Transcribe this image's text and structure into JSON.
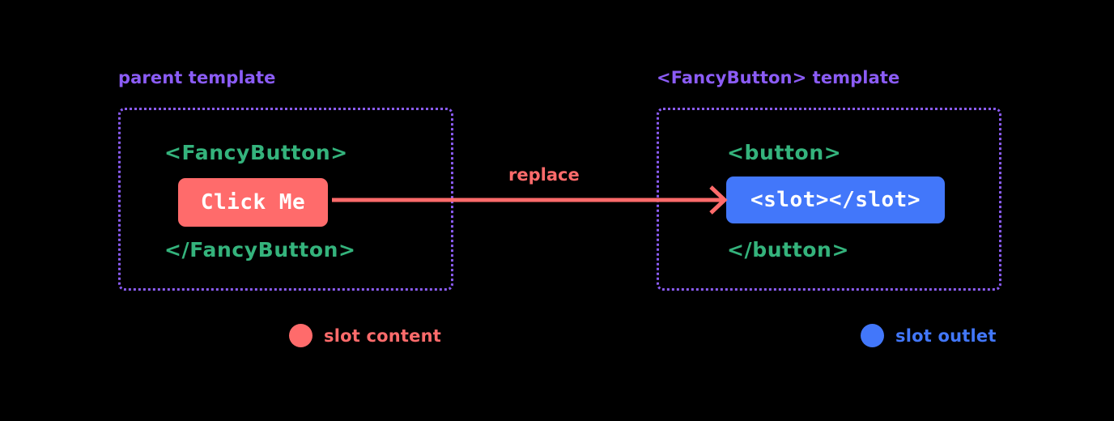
{
  "theme": {
    "background": "#000000",
    "accent_purple": "#8b5cf6",
    "accent_green": "#34b37c",
    "accent_red": "#ff6b6b",
    "accent_blue": "#4277fa",
    "chip_text": "#ffffff"
  },
  "panels": [
    {
      "id": "parent",
      "caption": "parent template",
      "open_tag": "<FancyButton>",
      "close_tag": "</FancyButton>",
      "chip_label": "Click Me",
      "chip_color": "#ff6b6b"
    },
    {
      "id": "fancybutton",
      "caption": "<FancyButton> template",
      "open_tag": "<button>",
      "close_tag": "</button>",
      "chip_label": "<slot></slot>",
      "chip_color": "#4277fa"
    }
  ],
  "arrow": {
    "label": "replace",
    "color": "#ff6b6b",
    "direction": "left-to-right"
  },
  "legend": [
    {
      "label": "slot content",
      "color": "#ff6b6b"
    },
    {
      "label": "slot outlet",
      "color": "#4277fa"
    }
  ]
}
